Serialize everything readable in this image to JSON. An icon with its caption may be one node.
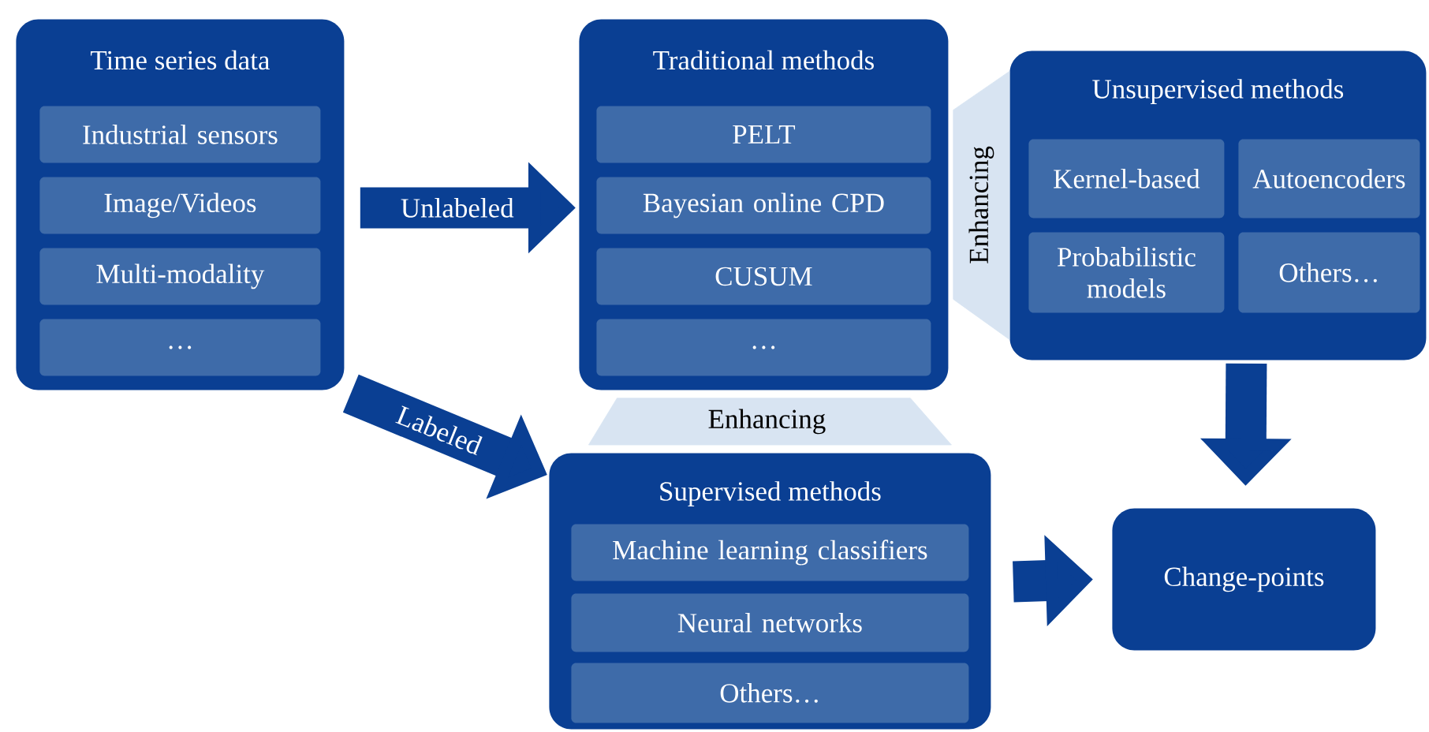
{
  "diagram": {
    "nodes": [
      {
        "text": [
          "Time series data"
        ]
      },
      {
        "text": [
          "Industrial sensors"
        ],
        "in": 0
      },
      {
        "text": [
          "Image/Videos"
        ],
        "in": 0
      },
      {
        "text": [
          "Multi-modality"
        ],
        "in": 0
      },
      {
        "text": [
          "…"
        ],
        "in": 0
      },
      {
        "text": [
          "Traditional methods"
        ]
      },
      {
        "text": [
          "PELT"
        ],
        "in": 5
      },
      {
        "text": [
          "Bayesian online CPD"
        ],
        "in": 5
      },
      {
        "text": [
          "CUSUM"
        ],
        "in": 5
      },
      {
        "text": [
          "…"
        ],
        "in": 5
      },
      {
        "text": [
          "Unsupervised methods"
        ]
      },
      {
        "text": [
          "Kernel-based"
        ],
        "in": 10
      },
      {
        "text": [
          "Autoencoders"
        ],
        "in": 10
      },
      {
        "text": [
          "Probabilistic models"
        ],
        "in": 10
      },
      {
        "text": [
          "Others…"
        ],
        "in": 10
      },
      {
        "text": [
          "Supervised methods"
        ]
      },
      {
        "text": [
          "Machine learning classifiers"
        ],
        "in": 15
      },
      {
        "text": [
          "Neural networks"
        ],
        "in": 15
      },
      {
        "text": [
          "Others…"
        ],
        "in": 15
      },
      {
        "text": [
          "Change-points"
        ]
      }
    ],
    "edges": [
      {
        "from": 0,
        "to": 5,
        "arrow": "to",
        "label": "Unlabeled"
      },
      {
        "from": 0,
        "to": 15,
        "arrow": "to",
        "label": "Labeled"
      },
      {
        "from": 10,
        "to": 5,
        "arrow": "none",
        "label": "Enhancing"
      },
      {
        "from": 15,
        "to": 5,
        "arrow": "none",
        "label": "Enhancing"
      },
      {
        "from": 15,
        "to": 19,
        "arrow": "to"
      },
      {
        "from": 10,
        "to": 19,
        "arrow": "to"
      }
    ]
  }
}
